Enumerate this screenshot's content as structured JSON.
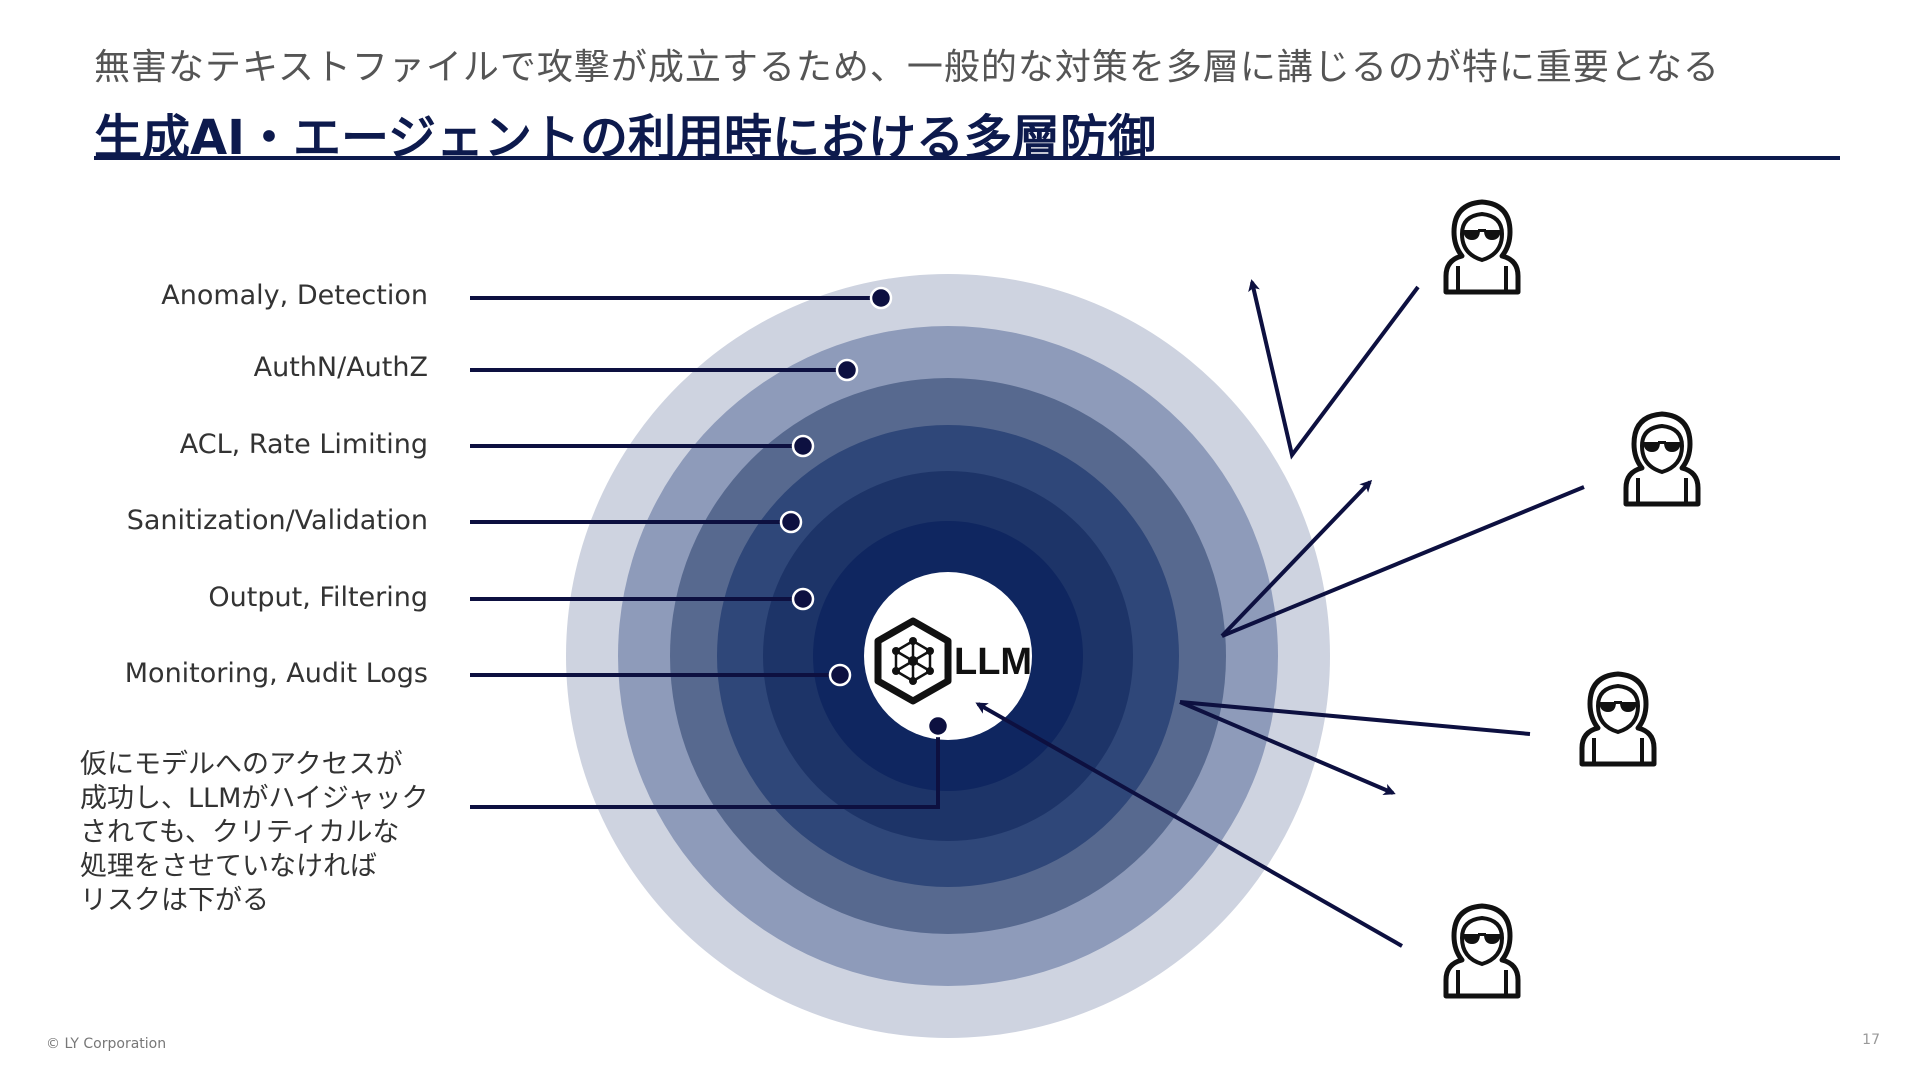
{
  "header": {
    "subtitle": "無害なテキストファイルで攻撃が成立するため、一般的な対策を多層に講じるのが特に重要となる",
    "title": "生成AI・エージェントの利用時における多層防御"
  },
  "diagram": {
    "core_label": "LLM",
    "core_icon": "hexagon-network-icon",
    "layers": [
      {
        "label": "Anomaly, Detection",
        "color": "#ced3e0"
      },
      {
        "label": "AuthN/AuthZ",
        "color": "#8e9bba"
      },
      {
        "label": "ACL, Rate Limiting",
        "color": "#57698f"
      },
      {
        "label": "Sanitization/Validation",
        "color": "#2f4779"
      },
      {
        "label": "Output, Filtering",
        "color": "#1d3468"
      },
      {
        "label": "Monitoring, Audit Logs",
        "color": "#0f2660"
      }
    ],
    "note_lines": [
      "仮にモデルへのアクセスが",
      "成功し、LLMがハイジャック",
      "されても、クリティカルな",
      "処理をさせていなければ",
      "リスクは下がる"
    ],
    "attacker_icon": "hooded-hacker-icon",
    "line_color": "#0d1040"
  },
  "footer": {
    "copyright": "© LY Corporation",
    "page_number": "17"
  }
}
